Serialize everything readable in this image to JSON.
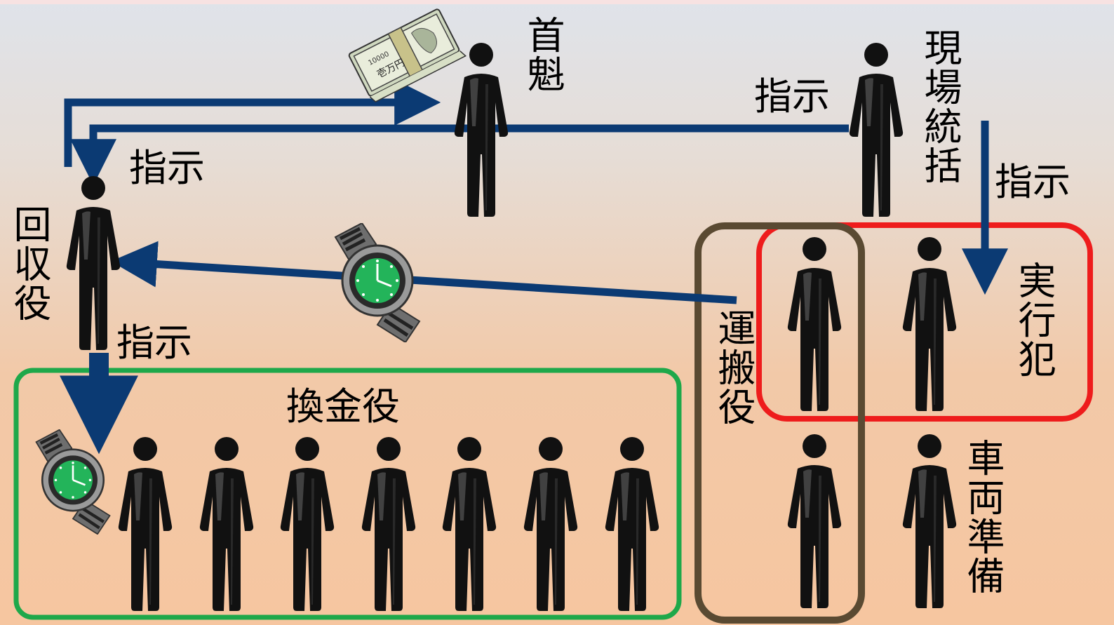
{
  "roles": {
    "leader": "首魁",
    "field_supervisor": "現場統括",
    "collector": "回収役",
    "perpetrators": "実行犯",
    "transporter": "運搬役",
    "vehicle_prep": "車両準備",
    "money_converter": "換金役"
  },
  "instruction_label": "指示",
  "banknote_text": "壱万円",
  "banknote_number": "10000",
  "colors": {
    "arrow": "#0b3a73",
    "person": "#111111",
    "converters_frame": "#1ea84a",
    "perpetrators_frame": "#ee1c1c",
    "transport_frame": "#5a4a32",
    "watch_dial": "#23b45a"
  },
  "icons": [
    "person-icon",
    "banknote-bundle-icon",
    "wristwatch-icon"
  ]
}
